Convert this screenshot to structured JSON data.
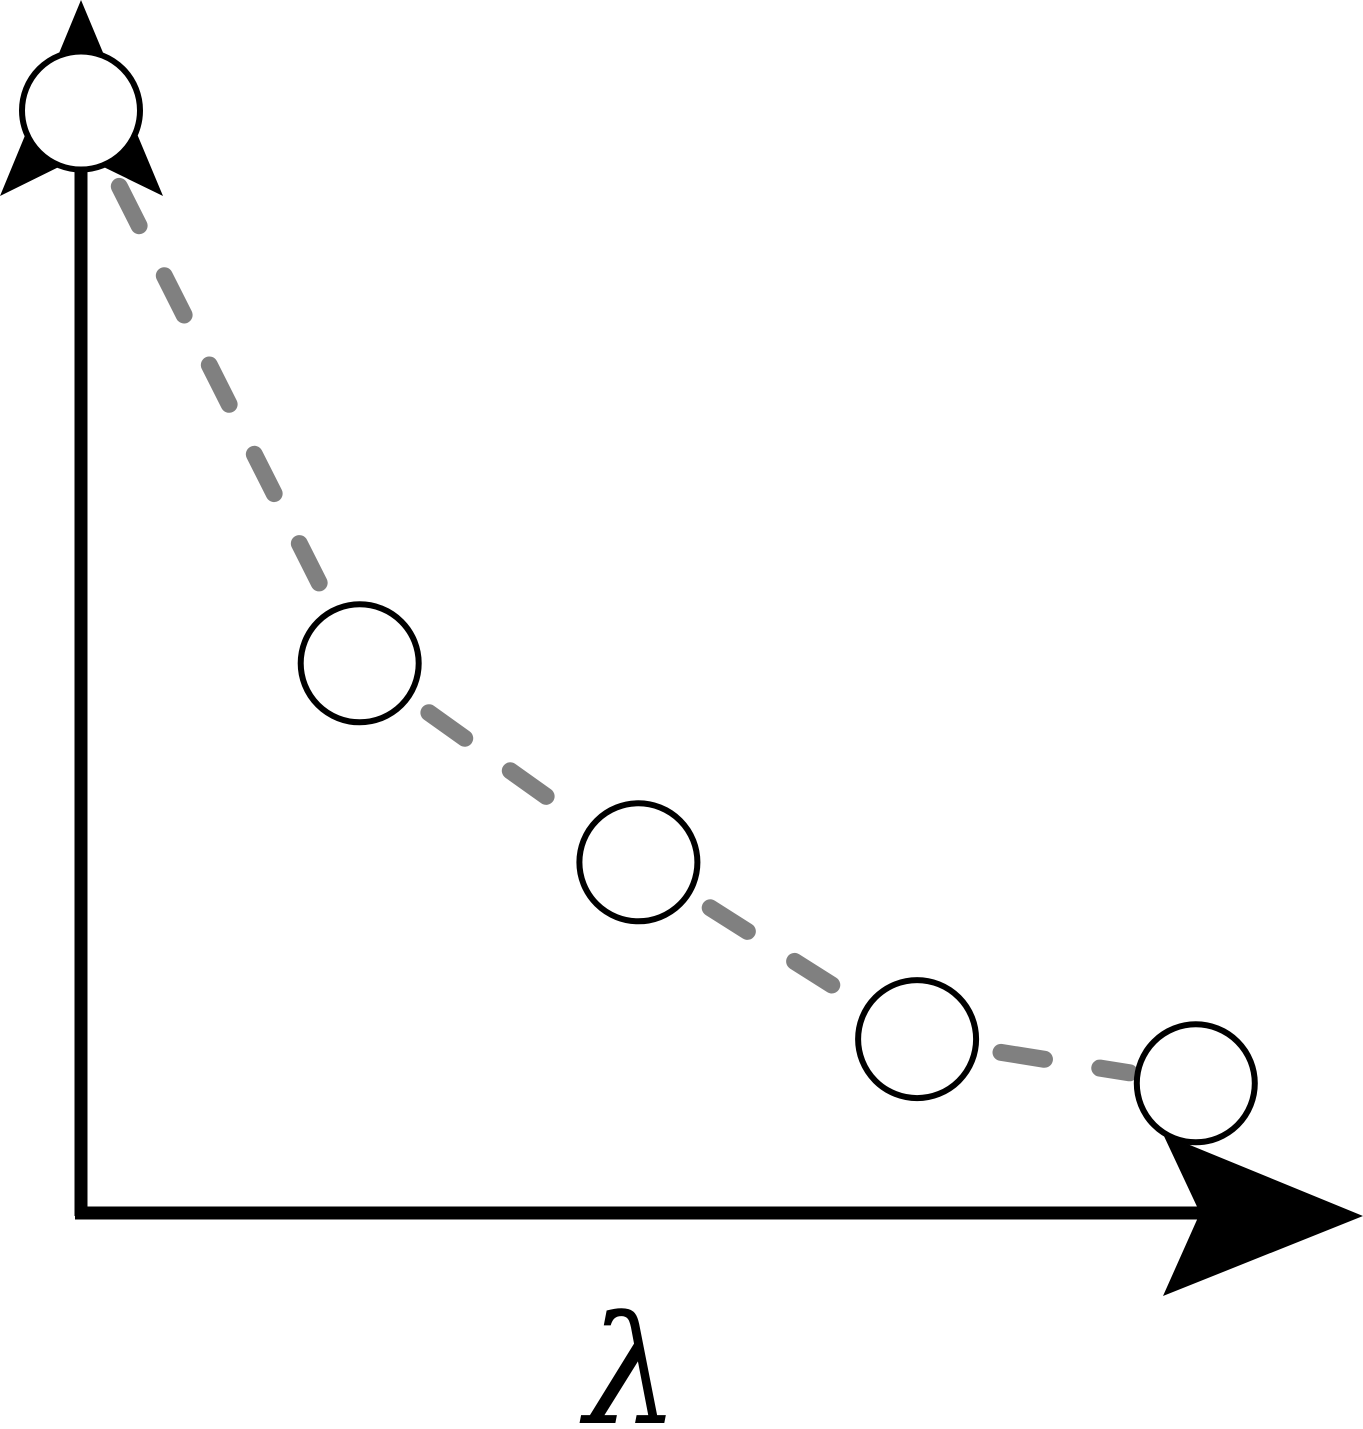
{
  "chart_data": {
    "type": "line",
    "title": "",
    "xlabel": "λ",
    "ylabel": "",
    "x": [
      0,
      1,
      2,
      3,
      4
    ],
    "series": [
      {
        "values": [
          10,
          5,
          3.2,
          1.6,
          1.2
        ],
        "line_style": "dashed",
        "marker": "open-circle"
      }
    ],
    "xlim": [
      0,
      4.6
    ],
    "ylim": [
      0,
      11
    ],
    "ticks": "none",
    "grid": false,
    "legend": "none"
  },
  "colors": {
    "axis": "#000000",
    "line": "#808080",
    "marker_fill": "#ffffff",
    "marker_stroke": "#000000",
    "background": "#ffffff"
  }
}
